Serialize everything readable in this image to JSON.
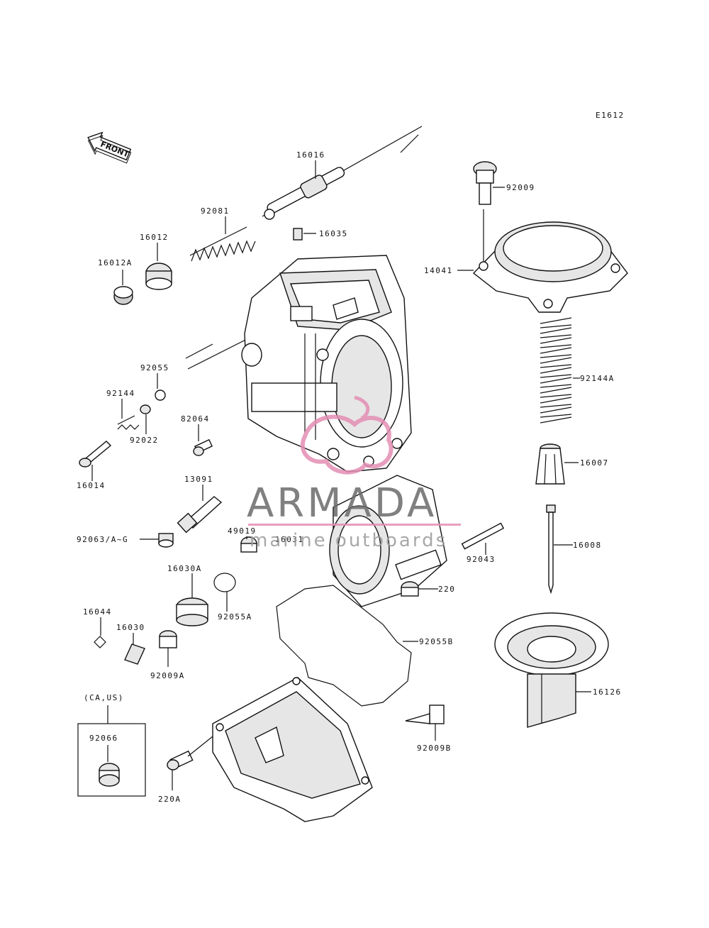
{
  "diagram": {
    "code": "E1612",
    "front_label": "FRONT",
    "region_label": "(CA,US)",
    "parts": {
      "p16016": "16016",
      "p92081": "92081",
      "p16035": "16035",
      "p16012": "16012",
      "p16012A": "16012A",
      "p92009": "92009",
      "p14041": "14041",
      "p92055": "92055",
      "p92144": "92144",
      "p92022": "92022",
      "p82064": "82064",
      "p16014": "16014",
      "p92144A": "92144A",
      "p16007": "16007",
      "p13091": "13091",
      "p16031": "16031",
      "p49019": "49019",
      "p92063": "92063/A~G",
      "p92043": "92043",
      "p16008": "16008",
      "p16030A": "16030A",
      "p220": "220",
      "p92055A": "92055A",
      "p16044": "16044",
      "p16030": "16030",
      "p92055B": "92055B",
      "p92009A": "92009A",
      "p16126": "16126",
      "p92066": "92066",
      "p92009B": "92009B",
      "p220A": "220A"
    }
  },
  "watermark": {
    "brand": "ARMADA",
    "tagline": "marine outboards",
    "color": "#e48fb4"
  }
}
